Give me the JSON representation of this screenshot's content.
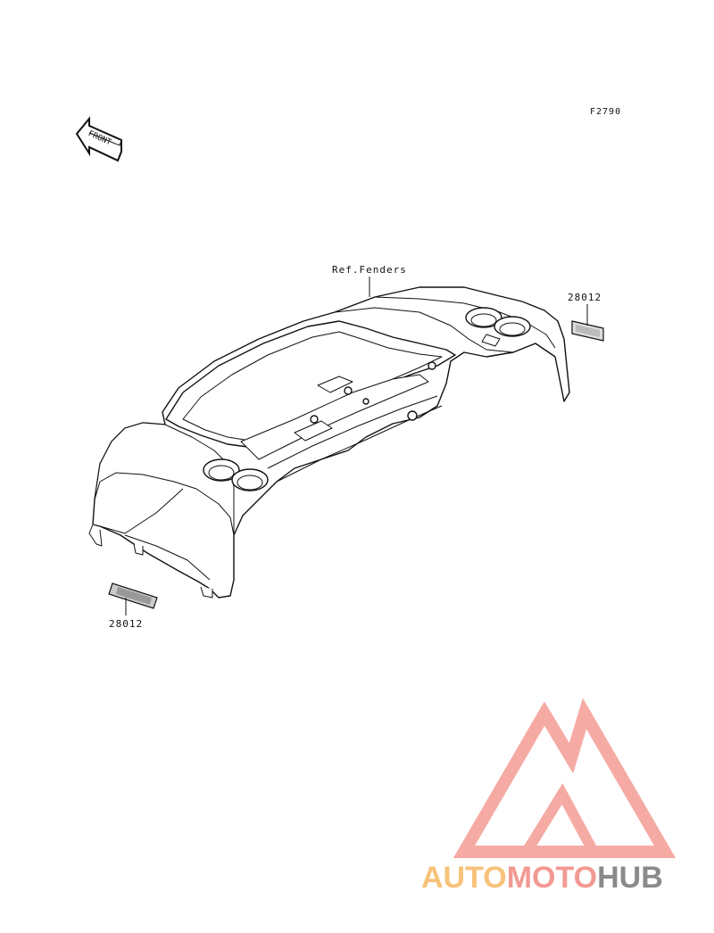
{
  "figure": {
    "code": "F2790",
    "front_arrow_text": "FRONT"
  },
  "callouts": {
    "reference": "Ref.Fenders",
    "part_right": "28012",
    "part_left": "28012"
  },
  "watermark": {
    "part1": "AUTO",
    "part2": "MOTO",
    "part3": "HUB",
    "colors": {
      "auto": "#f7c27a",
      "moto": "#f29a92",
      "hub": "#8a8a8a",
      "logo": "#f5a29b"
    }
  }
}
